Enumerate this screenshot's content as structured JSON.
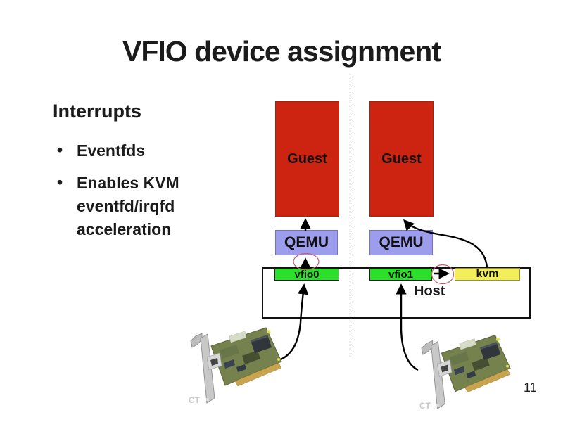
{
  "slide": {
    "title": "VFIO device assignment",
    "page_number": "11"
  },
  "notes": {
    "heading": "Interrupts",
    "bullet_glyph": "•",
    "bullets": [
      "Eventfds",
      "Enables KVM eventfd/irqfd acceleration"
    ]
  },
  "diagram": {
    "guest_left": {
      "label": "Guest"
    },
    "guest_right": {
      "label": "Guest"
    },
    "qemu_left": {
      "label": "QEMU"
    },
    "qemu_right": {
      "label": "QEMU"
    },
    "vfio0": {
      "label": "vfio0"
    },
    "vfio1": {
      "label": "vfio1"
    },
    "kvm": {
      "label": "kvm"
    },
    "host": {
      "label": "Host"
    },
    "photo_watermark": "CT",
    "icons": {
      "nic_left": "pci-network-card-photo",
      "nic_right": "pci-network-card-photo"
    },
    "colors": {
      "guest_fill": "#cc2411",
      "qemu_fill": "#9d9dee",
      "vfio_fill": "#2bdf2b",
      "kvm_fill": "#f2ee5c",
      "host_border": "#111111",
      "annotation_ellipse": "#c4606e",
      "arrow": "#000000",
      "divider_dotted": "#555555"
    }
  }
}
